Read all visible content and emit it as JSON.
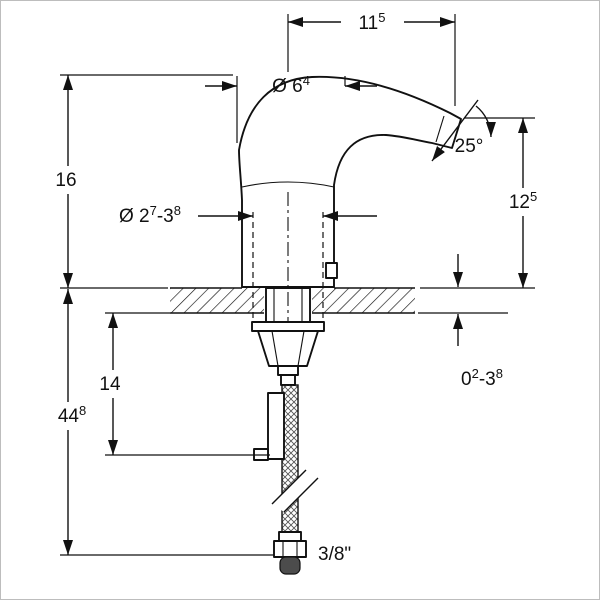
{
  "diagram": {
    "type": "technical-drawing",
    "subject": "sensor-faucet-installation-dimensions",
    "colors": {
      "line": "#111111",
      "background": "#ffffff",
      "end_cap": "#4c4c4c"
    },
    "dimensions": {
      "top_width": {
        "value": "11",
        "sup": "5"
      },
      "spout_diameter": {
        "prefix": "Ø 6",
        "sup": "4"
      },
      "body_height": {
        "value": "16"
      },
      "hole_diameter": {
        "p1": "Ø 2",
        "s1": "7",
        "p2": "-3",
        "s2": "8"
      },
      "spout_angle": {
        "value": "25°"
      },
      "outlet_height": {
        "value": "12",
        "sup": "5"
      },
      "bracket_depth": {
        "value": "14"
      },
      "total_depth": {
        "value": "44",
        "sup": "8"
      },
      "deck_thickness": {
        "p1": "0",
        "s1": "2",
        "p2": "-3",
        "s2": "8"
      },
      "connection_size": {
        "value": "3/8\""
      }
    }
  }
}
